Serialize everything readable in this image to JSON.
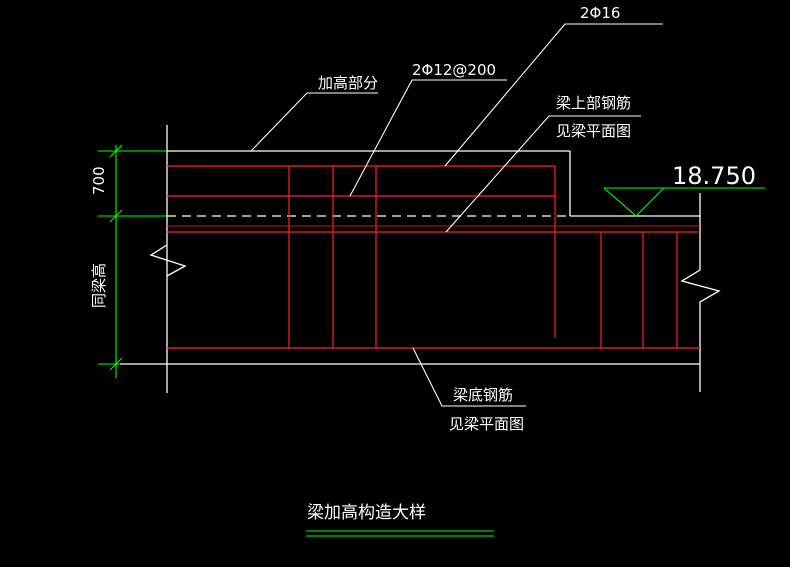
{
  "labels": {
    "rebar_2phi16": "2Φ16",
    "rebar_2phi12": "2Φ12@200",
    "raised_part": "加高部分",
    "beam_top_rebar_line1": "梁上部钢筋",
    "beam_top_rebar_line2": "见梁平面图",
    "elevation": "18.750",
    "dim_700": "700",
    "dim_beam_height": "同梁高",
    "beam_bottom_rebar_line1": "梁底钢筋",
    "beam_bottom_rebar_line2": "见梁平面图",
    "title": "梁加高构造大样"
  },
  "colors": {
    "background": "#000000",
    "concrete_outline": "#ffffff",
    "rebar": "#ff0000",
    "dimension": "#00ff00",
    "text": "#ffffff"
  }
}
